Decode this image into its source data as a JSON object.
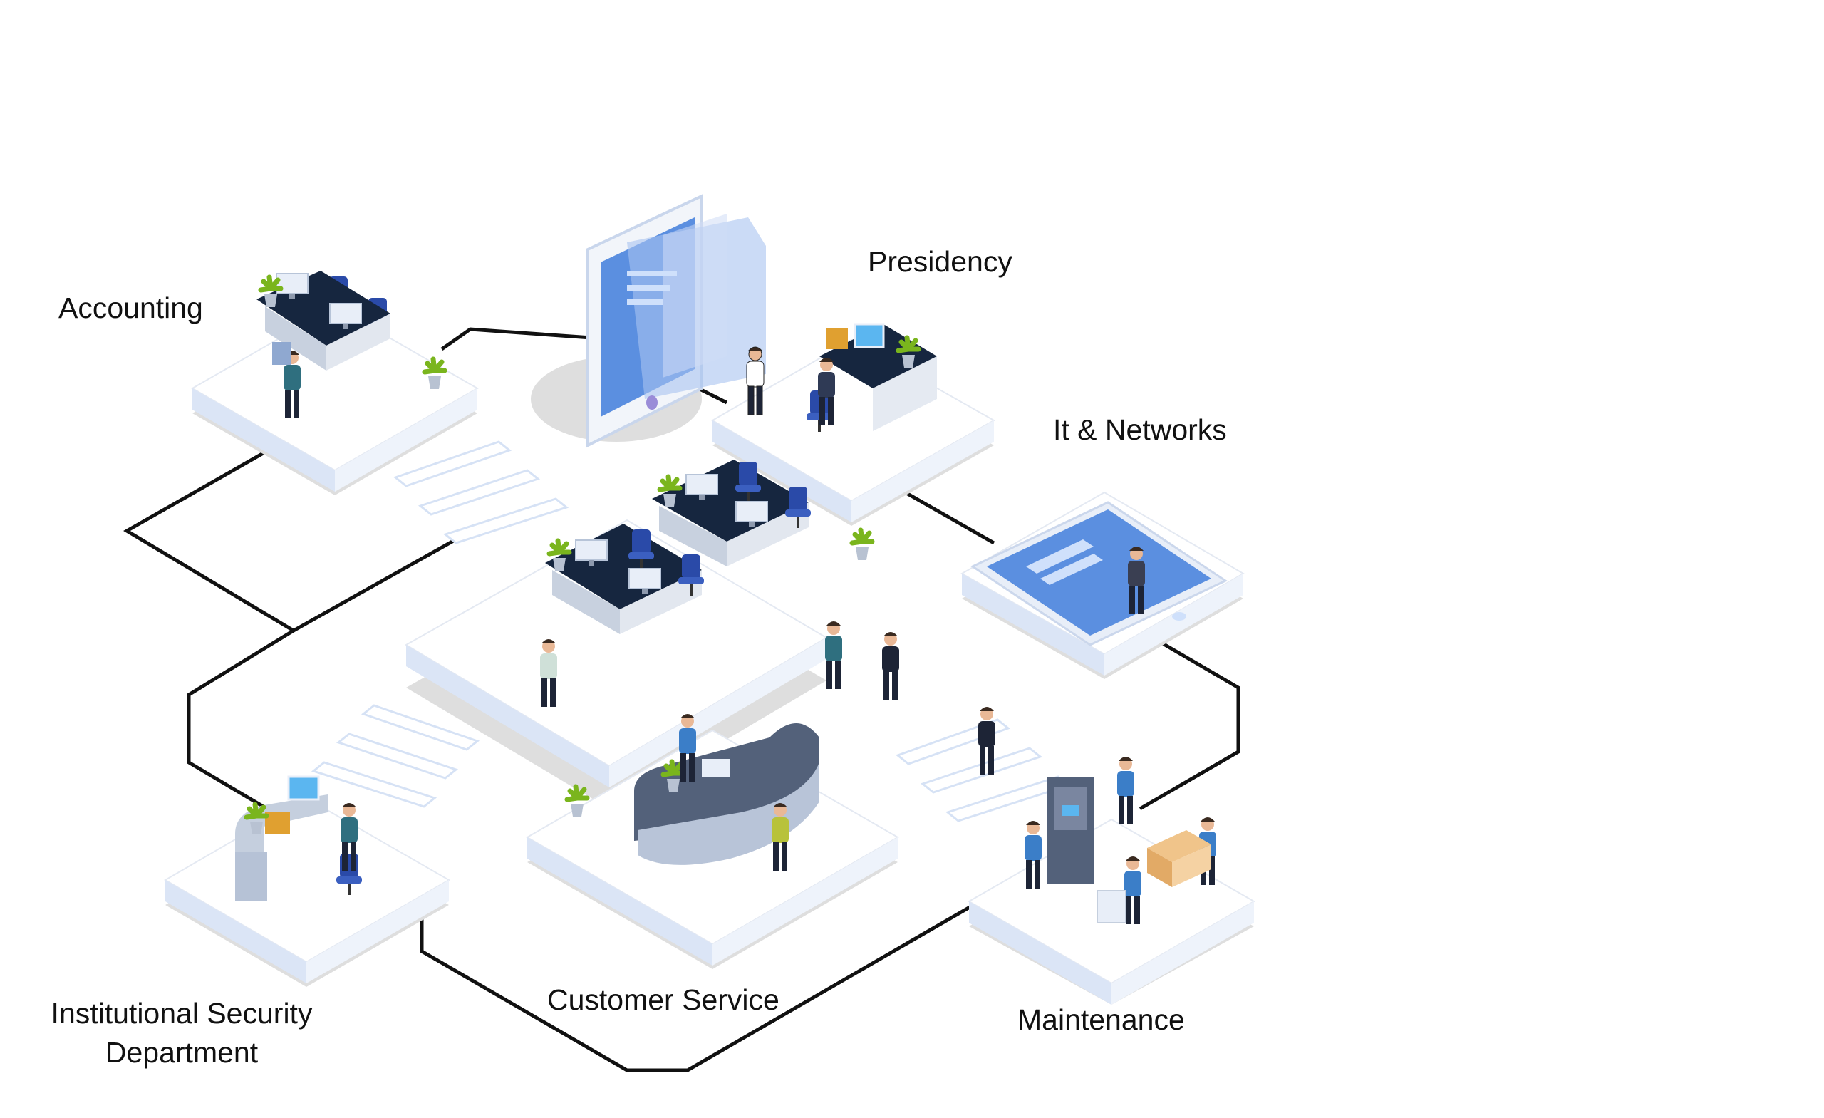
{
  "departments": {
    "accounting": "Accounting",
    "presidency": "Presidency",
    "it_networks": "It & Networks",
    "security_line1": "Institutional Security",
    "security_line2": "Department",
    "customer_service": "Customer Service",
    "maintenance": "Maintenance"
  },
  "colors": {
    "background": "#ffffff",
    "platform_top": "#ffffff",
    "platform_edge": "#d6e2f5",
    "shadow": "#dcdcdc",
    "connector": "#111111",
    "accent_blue": "#5b8fe0",
    "screen_blue": "#7ea6ea",
    "desk_navy": "#16263f",
    "chair_blue": "#2a4aa8",
    "plant_green": "#7ab51d",
    "counter_gray": "#53617a"
  },
  "icons": [
    "tablet-screen-icon",
    "desk-icon",
    "chair-icon",
    "plant-icon",
    "monitor-icon",
    "reception-counter-icon",
    "server-cabinet-icon",
    "person-icon",
    "box-icon"
  ]
}
